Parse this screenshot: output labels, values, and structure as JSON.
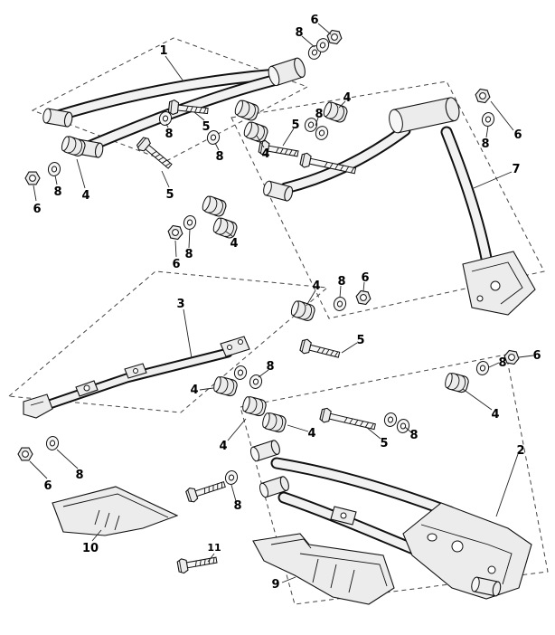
{
  "figure": {
    "type": "exploded-parts-diagram",
    "colors": {
      "background": "#ffffff",
      "line": "#111111",
      "part_fill": "#ececec"
    },
    "callouts": [
      "1",
      "8",
      "6",
      "4",
      "8",
      "5",
      "8",
      "6",
      "7",
      "5",
      "8",
      "4",
      "8",
      "5",
      "4",
      "8",
      "6",
      "4",
      "8",
      "6",
      "4",
      "8",
      "6",
      "3",
      "5",
      "8",
      "4",
      "4",
      "4",
      "5",
      "8",
      "4",
      "8",
      "6",
      "2",
      "6",
      "8",
      "8",
      "10",
      "11",
      "9"
    ]
  }
}
